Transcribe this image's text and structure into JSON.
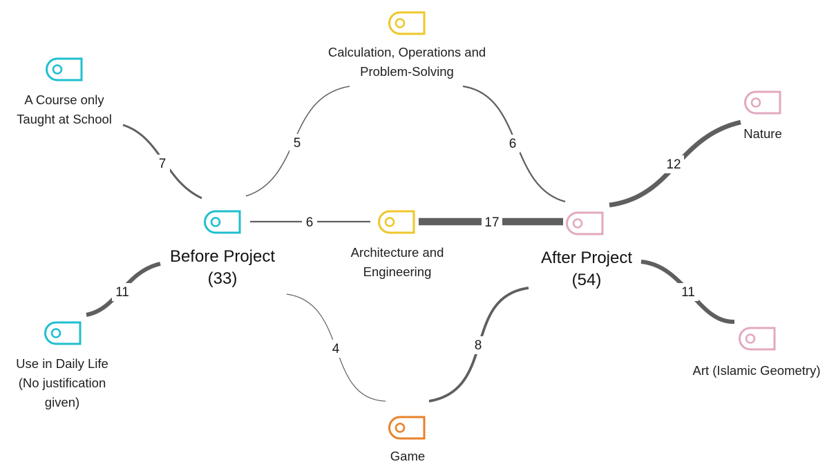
{
  "colors": {
    "before": "#1fbfcf",
    "after": "#e3a8c0",
    "shared": "#eec72a",
    "game": "#e8822a",
    "edge": "#5f5f5f"
  },
  "nodes": {
    "before_project": {
      "line1": "Before Project",
      "line2": "(33)",
      "icon": "tag-icon"
    },
    "after_project": {
      "line1": "After Project",
      "line2": "(54)",
      "icon": "tag-icon"
    },
    "course_school": {
      "line1": "A Course only",
      "line2": "Taught at School",
      "icon": "tag-icon"
    },
    "daily_life": {
      "line1": "Use in Daily Life",
      "line2": "(No justification",
      "line3": "given)",
      "icon": "tag-icon"
    },
    "calculation": {
      "line1": "Calculation, Operations and",
      "line2": "Problem-Solving",
      "icon": "tag-icon"
    },
    "architecture": {
      "line1": "Architecture and",
      "line2": "Engineering",
      "icon": "tag-icon"
    },
    "game": {
      "line1": "Game",
      "icon": "tag-icon"
    },
    "nature": {
      "line1": "Nature",
      "icon": "tag-icon"
    },
    "art": {
      "line1": "Art (Islamic Geometry)",
      "icon": "tag-icon"
    }
  },
  "edges": [
    {
      "id": "course_before",
      "from": "A Course only Taught at School",
      "to": "Before Project",
      "value": 7
    },
    {
      "id": "daily_before",
      "from": "Use in Daily Life (No justification given)",
      "to": "Before Project",
      "value": 11
    },
    {
      "id": "before_calc",
      "from": "Before Project",
      "to": "Calculation, Operations and Problem-Solving",
      "value": 5
    },
    {
      "id": "before_arch",
      "from": "Before Project",
      "to": "Architecture and Engineering",
      "value": 6
    },
    {
      "id": "before_game",
      "from": "Before Project",
      "to": "Game",
      "value": 4
    },
    {
      "id": "calc_after",
      "from": "Calculation, Operations and Problem-Solving",
      "to": "After Project",
      "value": 6
    },
    {
      "id": "arch_after",
      "from": "Architecture and Engineering",
      "to": "After Project",
      "value": 17
    },
    {
      "id": "game_after",
      "from": "Game",
      "to": "After Project",
      "value": 8
    },
    {
      "id": "after_nature",
      "from": "After Project",
      "to": "Nature",
      "value": 12
    },
    {
      "id": "after_art",
      "from": "After Project",
      "to": "Art (Islamic Geometry)",
      "value": 11
    }
  ]
}
